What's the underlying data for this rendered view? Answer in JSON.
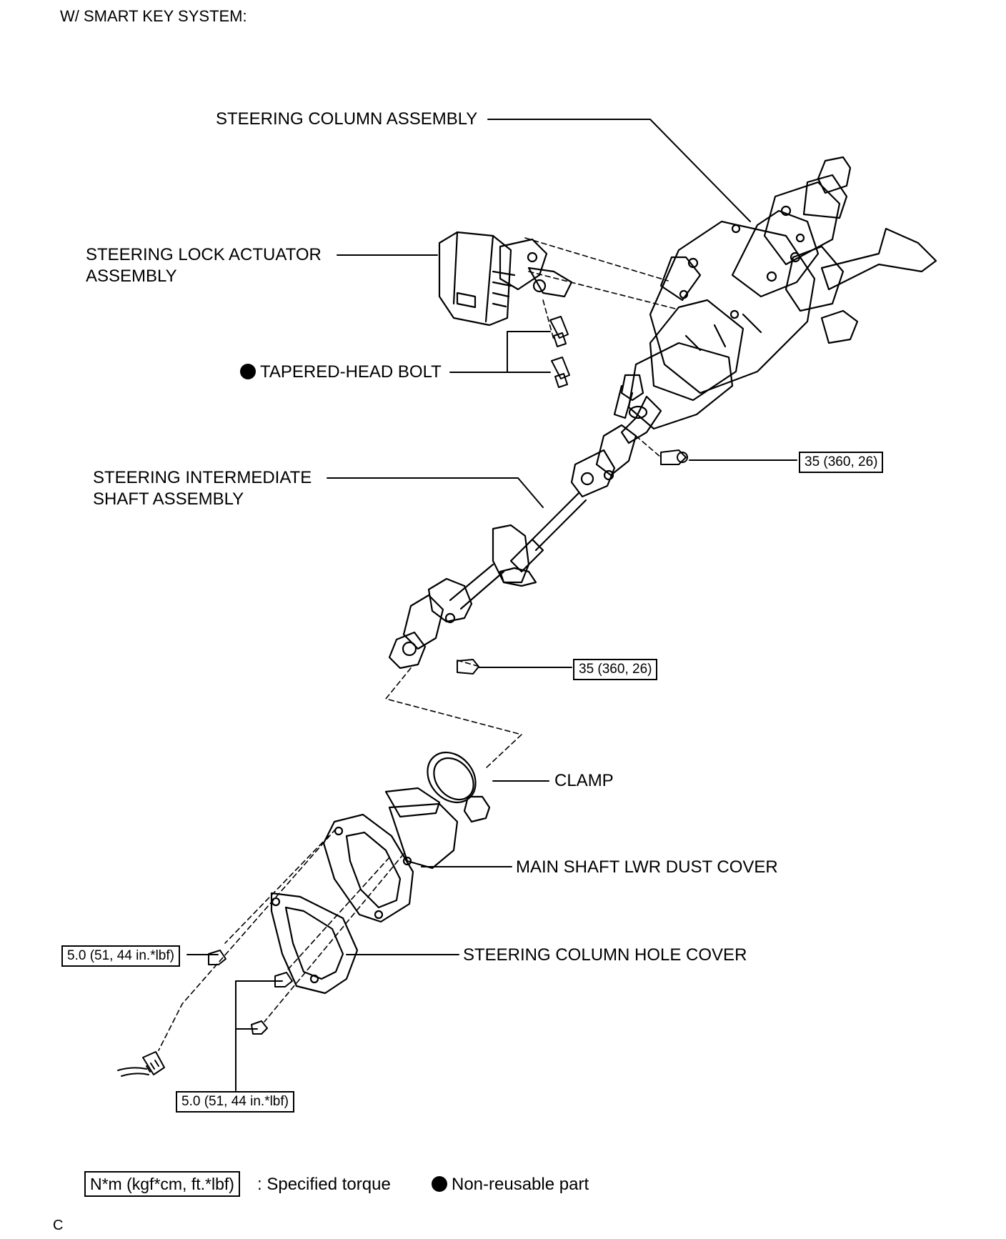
{
  "header": {
    "title": "W/ SMART KEY SYSTEM:"
  },
  "labels": {
    "steering_column": "STEERING COLUMN ASSEMBLY",
    "lock_actuator_line1": "STEERING LOCK ACTUATOR",
    "lock_actuator_line2": "ASSEMBLY",
    "tapered_bolt": "TAPERED-HEAD BOLT",
    "intermediate_line1": "STEERING INTERMEDIATE",
    "intermediate_line2": "SHAFT ASSEMBLY",
    "clamp": "CLAMP",
    "dust_cover": "MAIN SHAFT LWR DUST COVER",
    "hole_cover": "STEERING COLUMN HOLE COVER"
  },
  "torques": {
    "upper_joint": "35 (360, 26)",
    "lower_joint": "35 (360, 26)",
    "cover_left": "5.0 (51, 44 in.*lbf)",
    "cover_bottom": "5.0 (51, 44 in.*lbf)"
  },
  "legend": {
    "torque_box": "N*m (kgf*cm, ft.*lbf)",
    "torque_text": ": Specified torque",
    "nonreusable_text": "Non-reusable part"
  },
  "footer": {
    "code": "C"
  }
}
